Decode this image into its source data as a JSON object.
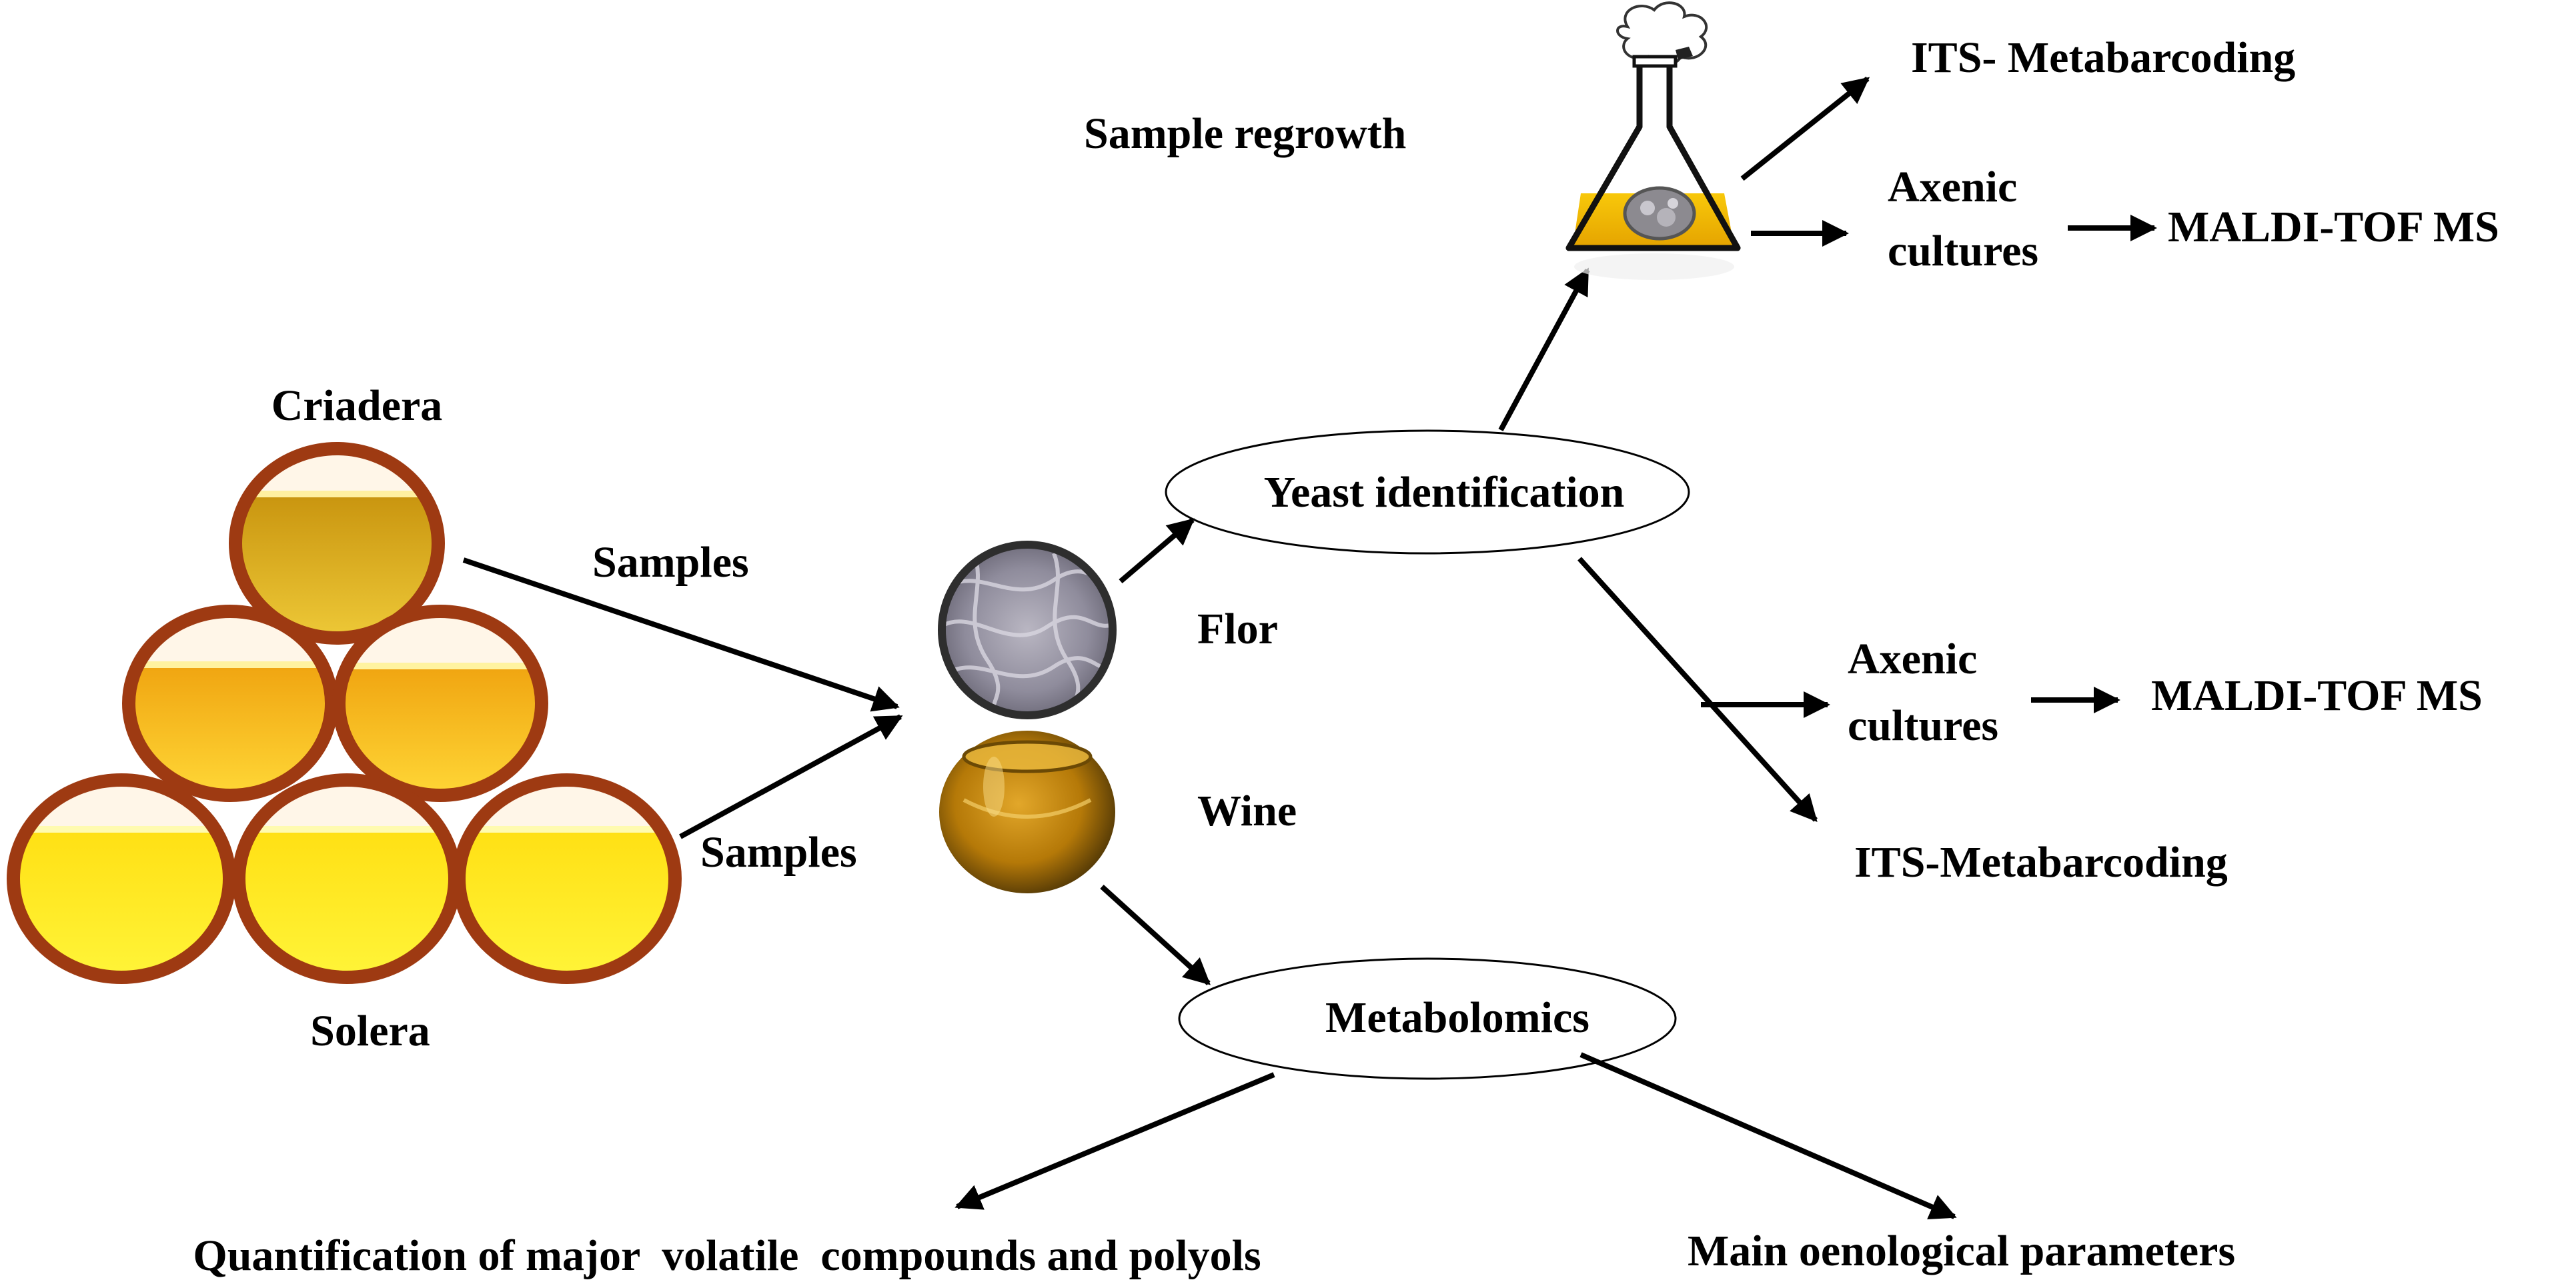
{
  "stages": {
    "criadera": "Criadera",
    "solera": "Solera",
    "samples_upper": "Samples",
    "samples_lower": "Samples"
  },
  "samples": {
    "flor": "Flor",
    "wine": "Wine"
  },
  "yeast_identification": {
    "title": "Yeast identification",
    "sample_regrowth": "Sample regrowth",
    "regrowth_its": "ITS- Metabarcoding",
    "regrowth_axenic_line1": "Axenic",
    "regrowth_axenic_line2": "cultures",
    "regrowth_maldi": "MALDI-TOF MS",
    "direct_axenic_line1": "Axenic",
    "direct_axenic_line2": "cultures",
    "direct_maldi": "MALDI-TOF MS",
    "direct_its": "ITS-Metabarcoding"
  },
  "metabolomics": {
    "title": "Metabolomics",
    "volatiles": "Quantification of major  volatile  compounds and polyols",
    "oenological": "Main oenological parameters"
  },
  "colors": {
    "barrel_rim": "#9e3a12",
    "barrel_top": "#c99a12",
    "barrel_mid": "#f2b11a",
    "barrel_bottom": "#ffee10",
    "flask_liquid": "#f2b400",
    "wine_amber": "#b07a0a"
  }
}
